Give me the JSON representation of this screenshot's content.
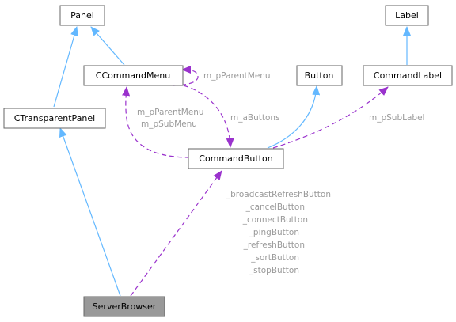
{
  "diagram": {
    "colors": {
      "inheritance": "#63b8ff",
      "usage": "#9a32cd",
      "highlight_node": "#999999",
      "label_text": "#9a9a9a"
    },
    "nodes": {
      "panel": "Panel",
      "label": "Label",
      "ccommandmenu": "CCommandMenu",
      "button": "Button",
      "commandlabel": "CommandLabel",
      "ctransparentpanel": "CTransparentPanel",
      "commandbutton": "CommandButton",
      "serverbrowser": "ServerBrowser"
    },
    "edge_labels": {
      "self_parent_menu": "m_pParentMenu",
      "parent_menu": "m_pParentMenu",
      "sub_menu": "m_pSubMenu",
      "buttons": "m_aButtons",
      "sub_label": "m_pSubLabel",
      "server_buttons": [
        "_broadcastRefreshButton",
        "_cancelButton",
        "_connectButton",
        "_pingButton",
        "_refreshButton",
        "_sortButton",
        "_stopButton"
      ]
    }
  }
}
